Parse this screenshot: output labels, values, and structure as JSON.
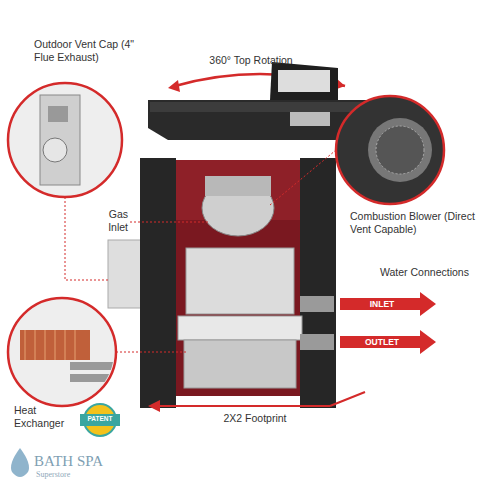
{
  "diagram": {
    "labels": [
      "Outdoor Vent Cap (4\" Flue Exhaust)",
      "360° Top Rotation",
      "Gas Inlet",
      "Combustion Blower (Direct Vent Capable)",
      "Water Connections",
      "INLET",
      "OUTLET",
      "Heat Exchanger",
      "PATENT",
      "2X2 Footprint",
      "BATH SPA",
      "Superstore"
    ]
  }
}
